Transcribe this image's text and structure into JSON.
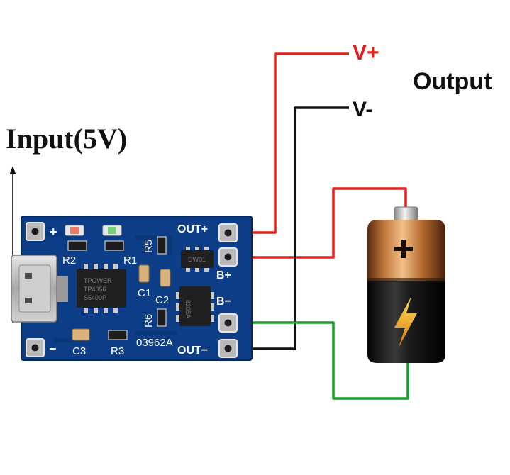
{
  "labels": {
    "input": "Input(5V)",
    "vplus": "V+",
    "vminus": "V-",
    "output": "Output"
  },
  "board": {
    "plus": "+",
    "minus": "−",
    "r2": "R2",
    "r1": "R1",
    "r5": "R5",
    "c1": "C1",
    "c2": "C2",
    "r6": "R6",
    "c3": "C3",
    "r3": "R3",
    "out_plus": "OUT+",
    "out_minus": "OUT−",
    "b_plus": "B+",
    "b_minus": "B−",
    "code": "03962A"
  },
  "chips": {
    "charger_line1": "TPOWER",
    "charger_line2": "TP4056",
    "charger_line3": "S5400P",
    "protection": "DW01",
    "mosfet": "8205A"
  },
  "wires": {
    "vplus_color": "#e0201c",
    "vminus_color": "#111111",
    "battery_minus_color": "#1a9c2a"
  },
  "icons": {
    "battery": "battery-icon",
    "bolt": "lightning-bolt-icon",
    "arrow": "up-arrow-icon"
  }
}
